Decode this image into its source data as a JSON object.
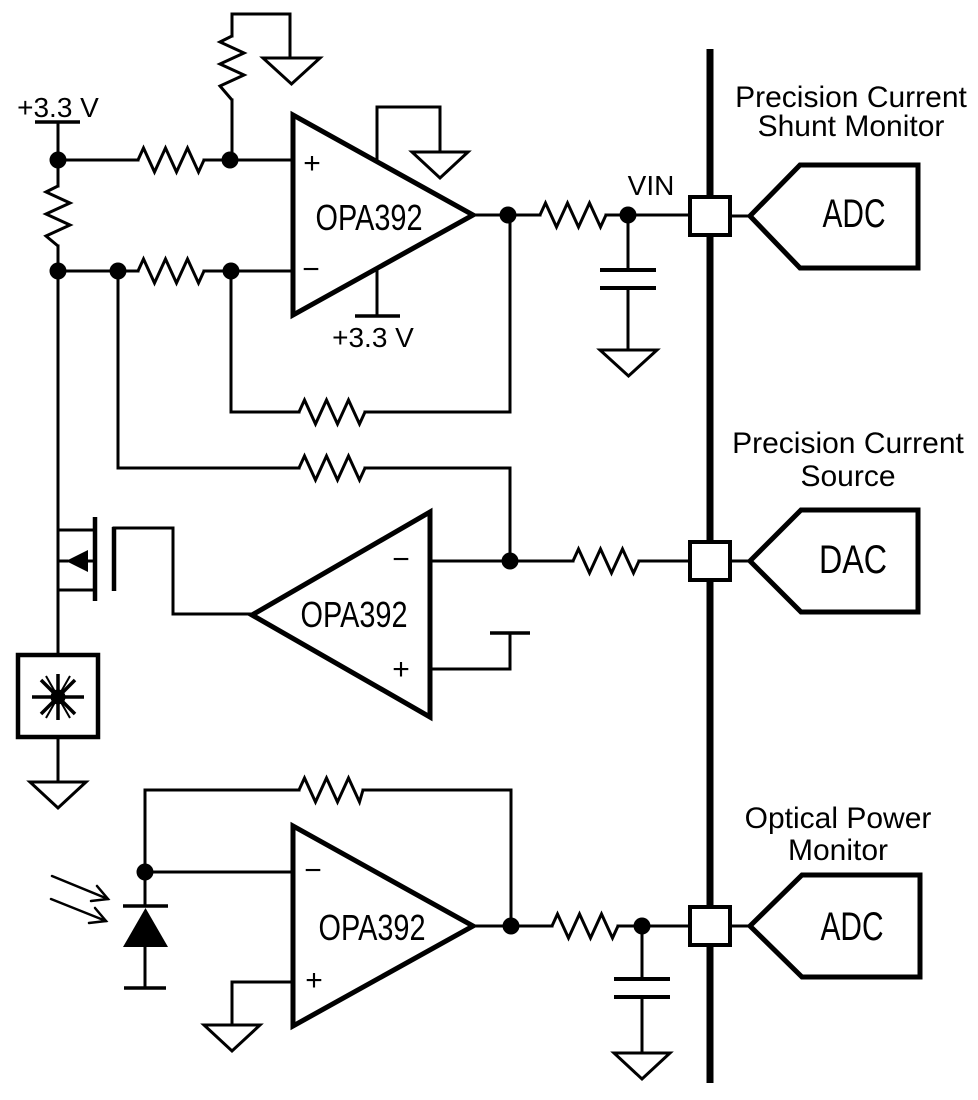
{
  "diagram": {
    "labels": {
      "supply_rail": "+3.3 V",
      "opamp_supply": "+3.3 V",
      "opamp": "OPA392",
      "vin": "VIN",
      "plus": "+",
      "minus": "−"
    },
    "sections": [
      {
        "title_line1": "Precision Current",
        "title_line2": "Shunt Monitor",
        "converter": "ADC"
      },
      {
        "title_line1": "Precision Current",
        "title_line2": "Source",
        "converter": "DAC"
      },
      {
        "title_line1": "Optical Power",
        "title_line2": "Monitor",
        "converter": "ADC"
      }
    ],
    "colors": {
      "ink": "#000000",
      "background": "#ffffff"
    }
  }
}
